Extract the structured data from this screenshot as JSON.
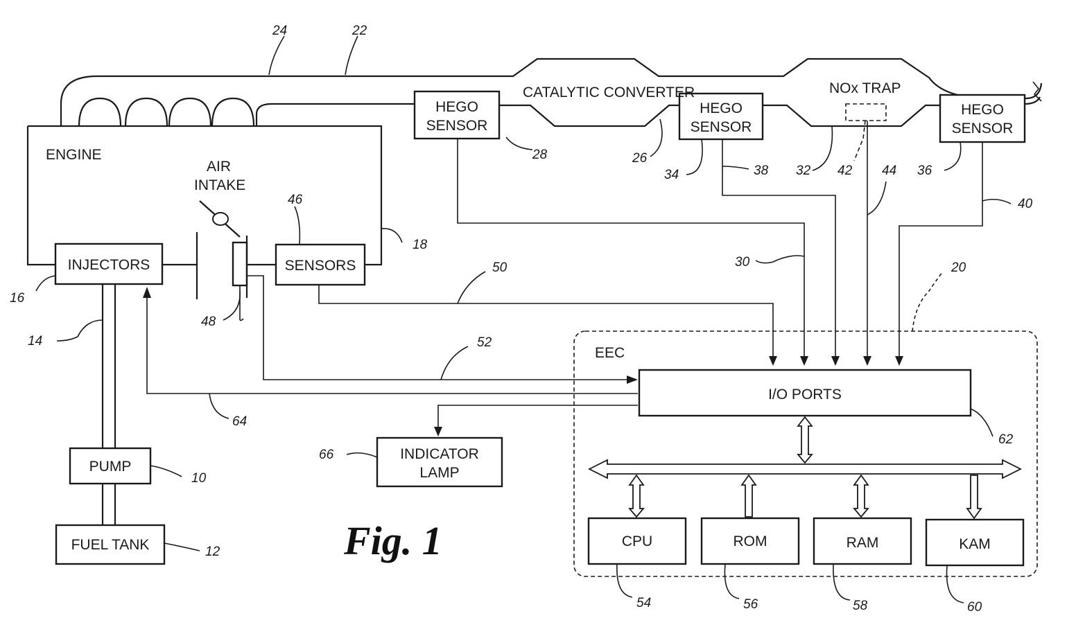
{
  "labels": {
    "engine": "ENGINE",
    "air_intake_1": "AIR",
    "air_intake_2": "INTAKE",
    "injectors": "INJECTORS",
    "sensors": "SENSORS",
    "pump": "PUMP",
    "fuel_tank": "FUEL TANK",
    "hego1_1": "HEGO",
    "hego1_2": "SENSOR",
    "hego2_1": "HEGO",
    "hego2_2": "SENSOR",
    "hego3_1": "HEGO",
    "hego3_2": "SENSOR",
    "catalytic_converter": "CATALYTIC CONVERTER",
    "nox_trap": "NOx TRAP",
    "eec": "EEC",
    "io_ports": "I/O PORTS",
    "indicator_lamp_1": "INDICATOR",
    "indicator_lamp_2": "LAMP",
    "cpu": "CPU",
    "rom": "ROM",
    "ram": "RAM",
    "kam": "KAM",
    "fig_title": "Fig. 1"
  },
  "refs": {
    "r10": "10",
    "r12": "12",
    "r14": "14",
    "r16": "16",
    "r18": "18",
    "r20": "20",
    "r22": "22",
    "r24": "24",
    "r26": "26",
    "r28": "28",
    "r30": "30",
    "r32": "32",
    "r34": "34",
    "r36": "36",
    "r38": "38",
    "r40": "40",
    "r42": "42",
    "r44": "44",
    "r46": "46",
    "r48": "48",
    "r50": "50",
    "r52": "52",
    "r54": "54",
    "r56": "56",
    "r58": "58",
    "r60": "60",
    "r62": "62",
    "r64": "64",
    "r66": "66"
  }
}
